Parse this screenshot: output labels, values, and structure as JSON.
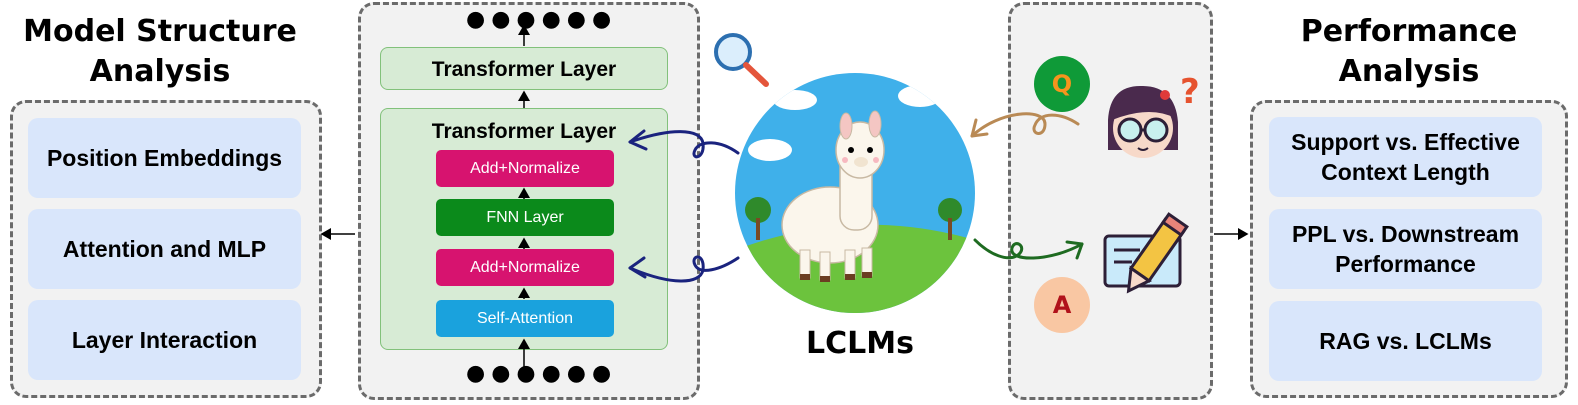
{
  "left": {
    "title": "Model Structure\nAnalysis",
    "items": [
      "Position Embeddings",
      "Attention and MLP",
      "Layer Interaction"
    ]
  },
  "transformer": {
    "top_layer_label": "Transformer Layer",
    "main_layer_label": "Transformer Layer",
    "blocks": [
      {
        "label": "Add+Normalize",
        "color": "#d7136f"
      },
      {
        "label": "FNN Layer",
        "color": "#0b8a1b"
      },
      {
        "label": "Add+Normalize",
        "color": "#d7136f"
      },
      {
        "label": "Self-Attention",
        "color": "#1aa2dd"
      }
    ],
    "dots": "●●●●●●"
  },
  "center": {
    "label": "LCLMs",
    "icon": "llama-icon"
  },
  "qa": {
    "question_letter": "Q",
    "answer_letter": "A",
    "question_color": "#0f9a38",
    "answer_color": "#f9c7a3"
  },
  "right": {
    "title": "Performance\nAnalysis",
    "items": [
      "Support vs. Effective\nContext Length",
      "PPL vs. Downstream\nPerformance",
      "RAG vs. LCLMs"
    ]
  }
}
